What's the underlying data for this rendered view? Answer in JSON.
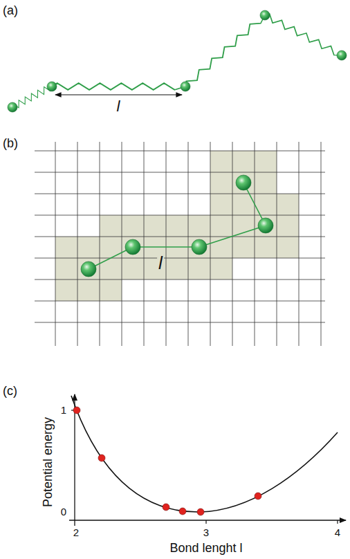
{
  "diagram": {
    "labels": [
      "(a)",
      "l",
      "(b)",
      "l",
      "(c)",
      "Potential energy",
      "1",
      "0",
      "2",
      "3",
      "4",
      "Bond lenght l"
    ]
  }
}
